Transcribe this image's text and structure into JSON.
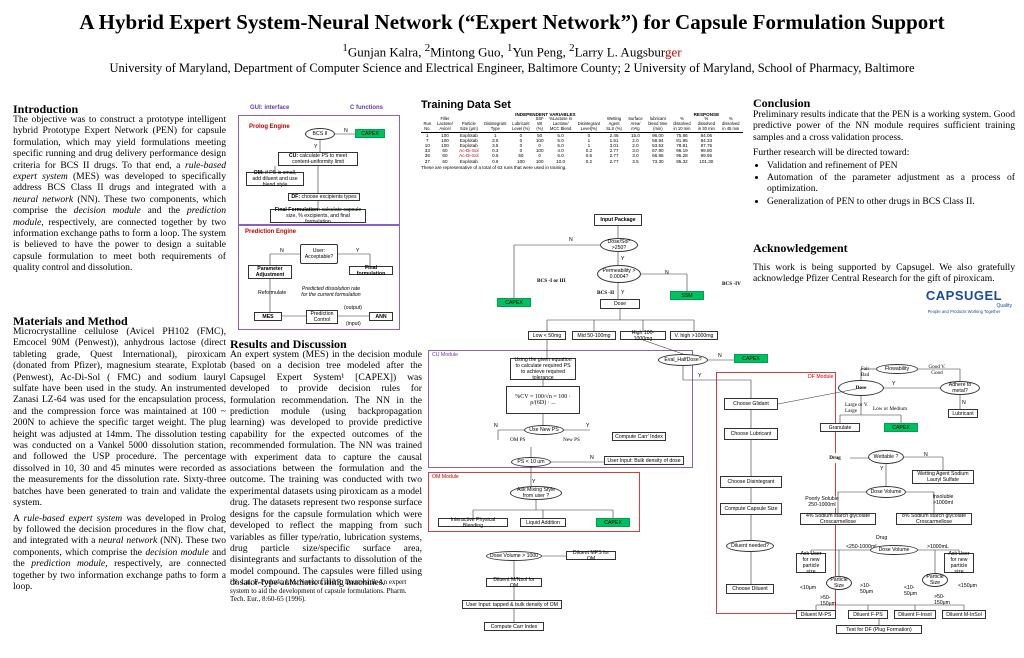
{
  "header": {
    "title": "A Hybrid Expert System-Neural Network (“Expert Network”) for Capsule Formulation Support",
    "authors_pre": "Gunjan Kalra, ",
    "sup1": "1",
    "sup2": "2",
    "a1": "Gunjan Kalra, ",
    "a2": "Mintong Guo, ",
    "a3": "Yun Peng, ",
    "a4_black": "Larry L. Augsbur",
    "a4_red": "ger",
    "affiliation": "University of Maryland, Department of Computer Science and Electrical Engineer, Baltimore County; 2 University of Maryland, School of Pharmacy, Baltimore"
  },
  "intro": {
    "heading": "Introduction",
    "p1_a": "The objective was to construct a prototype intelligent hybrid Prototype Expert Network (PEN) for capsule formulation, which may yield formulations meeting specific running and drug delivery performance design criteria for BCS II drugs. To that end, a ",
    "p1_em1": "rule-based expert system",
    "p1_b": " (MES) was developed to specifically address BCS Class II drugs and integrated with a ",
    "p1_em2": "neural network",
    "p1_c": " (NN). These two components, which comprise the ",
    "p1_em3": "decision module",
    "p1_d": " and the ",
    "p1_em4": "prediction module",
    "p1_e": ", respectively, are connected together by two information exchange paths to form a loop. The system is believed to have the power to design a suitable capsule formulation to meet both requirements of quality control and dissolution."
  },
  "materials": {
    "heading": "Materials and Method",
    "p1": "Microcrystalline cellulose (Avicel PH102 (FMC), Emcocel 90M (Penwest)), anhydrous lactose (direct tableting grade, Quest International), piroxicam (donated from Pfizer), magnesium stearate, Explotab (Penwest), Ac-Di-Sol ( FMC) and sodium lauryl sulfate have been used in the study. An instrumented Zanasi LZ-64 was used for the encapsulation process, and the compression force was maintained at 100 ~ 200N to achieve the specific target weight. The plug height was adjusted at 14mm. The dissolution testing was conducted on a Vankel 5000 dissolution station, and followed the USP procedure. The percentage dissolved in 10, 30 and 45 minutes were recorded as the measurements for the dissolution rate. Sixty-three batches have been generated to train and validate the system.",
    "p2_a": "A ",
    "p2_em1": "rule-based expert system",
    "p2_b": " was developed in Prolog by followed the decision procedures in the flow chat, and integrated with a ",
    "p2_em2": "neural network",
    "p2_c": " (NN). These two components, which comprise the ",
    "p2_em3": "decision module",
    "p2_d": " and the ",
    "p2_em4": "prediction module",
    "p2_e": ", respectively, are connected together by two information exchange paths to form a loop."
  },
  "results": {
    "heading": "Results and Discussion",
    "p1": "An expert system (MES) in the decision module (based on a decision tree modeled after the Capsugel Expert System¹ [CAPEX]) was developed to provide decision rules for formulation recommendation. The NN in the prediction module (using backpropagation learning) was developed to provide predictive capability for the expected outcomes of the recommended formulation. The NN was trained with experiment data to capture the causal associations between the formulation and the outcome. The training was conducted with two experimental datasets using piroxicam as a model drug. The datasets represent two response surface designs for the capsule formulation which were developed to reflect the mapping from such variables as filler type/ratio, lubrication systems, drug particle size/specific surface area, disintegrants and surfactants to dissolution of the model compound. The capsules were filled using dosator-type automatic filling machines.",
    "ref": "¹ S. Lai, F. Podczk, J.M. Newton, and R. Daumesnil: An expert system to aid the development of capsule formulations. Pharm. Tech. Eur., 8:60-65 (1996)."
  },
  "conclusion": {
    "heading": "Conclusion",
    "p1": "Preliminary results indicate that the PEN is a working system. Good predictive power of the NN module requires sufficient training samples and a cross validation process.",
    "p2": "Further research will be directed toward:",
    "items": [
      "Validation and refinement of PEN",
      "Automation of the parameter adjustment as a process of optimization.",
      "Generalization of PEN to other drugs in BCS Class II."
    ]
  },
  "ack": {
    "heading": "Acknowledgement",
    "p1": "This work is being supported by Capsugel. We also gratefully acknowledge Pfizer Central Research for the gift of piroxicam.",
    "logo": "CAPSUGEL",
    "logo_sub1": "Quality",
    "logo_sub2": "People and Products Working Together"
  },
  "training": {
    "heading": "Training Data Set",
    "group1": "INDEPENDENT VARIABLES",
    "group2": "RESPONSE",
    "cols": [
      "Run No.",
      "Filler Lactose/ Avicel",
      "Particle Size (μm)",
      "Disintegrant Type",
      "Lubricant Level (%)",
      "SSF Wt (%)",
      "%Lactose in Lactose/ MCC Blend",
      "Disintegrant Level(%)",
      "Wetting Agent SLS (%)",
      "Surface Area/ m²/g",
      "lubricant blend time (min)",
      "% dissolved in 10 min",
      "% dissolved in 30 min",
      "% dissolved in 45 min"
    ],
    "rows": [
      [
        "1",
        "100",
        "Explotab",
        "1",
        "0",
        "50",
        "5.0",
        "0",
        "2.46",
        "15.0",
        "96.00",
        "75.86",
        "84.06"
      ],
      [
        "7",
        "100",
        "Explotab",
        "3.5",
        "0",
        "100",
        "5.0",
        "1",
        "1.51",
        "2.0",
        "58.94",
        "81.95",
        "84.33"
      ],
      [
        "10",
        "100",
        "Explotab",
        "3.5",
        "0",
        "0",
        "5.0",
        "1",
        "3.01",
        "2.0",
        "53.52",
        "78.81",
        "87.76"
      ],
      [
        "33",
        "60",
        "Ac-Di-Sol",
        "0.3",
        "0",
        "100",
        "4.0",
        "0.2",
        "2.77",
        "3.0",
        "67.90",
        "96.19",
        "99.80"
      ],
      [
        "36",
        "60",
        "Ac-Di-Sol",
        "0.6",
        "50",
        "0",
        "6.0",
        "0.6",
        "2.77",
        "3.0",
        "66.85",
        "95.28",
        "99.55"
      ],
      [
        "37",
        "60",
        "Explotab",
        "0.6",
        "100",
        "100",
        "10.0",
        "0.2",
        "2.77",
        "3.5",
        "73.30",
        "95.32",
        "101.30"
      ]
    ],
    "note": "These are representative of a total of 63 runs that were used in training."
  },
  "flow_left": {
    "gui_label": "GUI: interface",
    "cfun_label": "C functions",
    "prolog_label": "Prolog Engine",
    "bcs": "BCS II",
    "n": "N",
    "y": "Y",
    "capex": "CAPEX",
    "cu_a": "CU:",
    "cu_b": " calculate PS to meet content-uniformity limit",
    "om_a": "OM:",
    "om_b": " if PS is small, add diluent and use blend style",
    "df_a": "DF:",
    "df_b": " choose excipients types",
    "final_a": "Final Formulation:",
    "final_b": " calculate capsule size, % excipients, and final formulation",
    "pred_label": "Prediction Engine",
    "user": "User: Acceptable?",
    "param": "Parameter Adjustment",
    "finalform": "Final formulation",
    "reformulate": "Reformulate",
    "predicted": "Predicted dissolution rate for the current formulation",
    "mes": "MES",
    "pc": "Prediction Control",
    "ann": "ANN",
    "ann_in": "(output)",
    "ann_out": "(input)"
  },
  "flow_right": {
    "input": "Input Package",
    "dose_sol": "Dose/Sol* >250?",
    "perm": "Permeability > 0.0004?",
    "bcs1": "BCS -I or III",
    "bcs2": "BCS -II",
    "bcs4": "BCS -IV",
    "capex": "CAPEX",
    "ssm": "SSM",
    "dose": "Dose",
    "n": "N",
    "y": "Y",
    "low": "Low < 50mg",
    "mid": "Mid 50-100mg",
    "high": "High 100-1000mg",
    "vhigh": "V. high >1000mg",
    "cu_label": "CU Module",
    "cu_box": "Using the given equation to calculate required PS to achieve required tolerance",
    "eq": "%CV = 100/√n = 100 · ρ/(6D) · ...",
    "use_new": "Use New PS",
    "om_ps": "OM PS",
    "new_ps": "New PS",
    "ps_cond": "PS < 10 um",
    "carr": "Compute Carr' Index",
    "user_bulk": "User Input: Bulk density of dose",
    "om_label": "OM Module",
    "mixing": "Ask Mixing Style from user ?",
    "interactive": "Interactive Physical Blending",
    "liquid": "Liquid Addition",
    "dose_vol": "Dose Volume > 1000",
    "mps": "Diluent MPS for OM",
    "diluent_mn": "Diluent M/Nsol for OM",
    "tapped": "User Input: tapped & bulk density of OM",
    "carr2": "Compute Carr Index",
    "eval": "Eval_HalfDose?",
    "df_label": "DF Module",
    "glidant": "Choose Glidant",
    "lubricant_c": "Choose Lubricant",
    "disint": "Choose Disintegrant",
    "capsize": "Compute Capsule Size",
    "dil_needed": "Diluent needed?",
    "choose_dil": "Choose Diluent",
    "flow_poor": "Fair Bad",
    "flowability": "Flowability",
    "good": "Good V. Good",
    "dose_s": "Dose",
    "adhere": "Adhere to metal?",
    "large": "Large or V. Large",
    "lowmed": "Low or Medium",
    "lubricant": "Lubricant",
    "granulate": "Granulate",
    "drug": "Drug",
    "wettable": "Wettable ?",
    "wetting": "Wetting Agent Sodium Lauryl Sulfate",
    "dosevol": "Dose Volume",
    "poorly": "Poorly Soluble 250-1000ml",
    "insoluble": "Insoluble >1000ml",
    "sg1": "4% Sodium starch glycolate Croscarmellose",
    "sg2": "8% Sodium starch glycolate Croscarmellose",
    "drug2": "Drug",
    "dv2": "Dose Volume",
    "lt250": "<250-1000mL",
    "gt1000": ">1000mL",
    "askuser1": "Ask User for new particle size",
    "askuser2": "Ask User for new particle size",
    "psize": "Particle Size",
    "lt10": "<10μm",
    "r10_50": ">10-50μm",
    "gt50": ">50-150μm",
    "r10b": "<10-50μm",
    "gt50b": ">50-150μm",
    "lt150": "<150μm",
    "dil1": "Diluent M-PS",
    "dil2": "Diluent F-PS",
    "dil3": "Diluent F-Insol",
    "dil4": "Diluent M-InSol",
    "test": "Test for DF (Plug Formation)"
  }
}
